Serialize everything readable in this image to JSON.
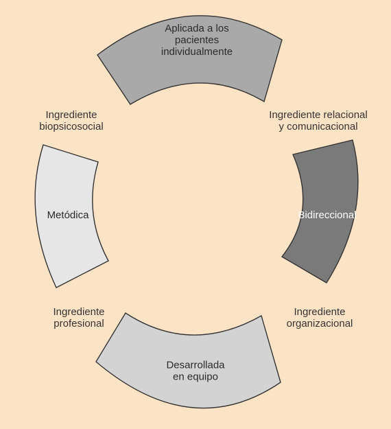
{
  "segments": {
    "top": {
      "lines": [
        "Aplicada a los",
        "pacientes",
        "individualmente"
      ],
      "fill": "#a9a9a9",
      "text_color": "#2a2a2a"
    },
    "right": {
      "lines": [
        "Bidireccional"
      ],
      "fill": "#7a7a7a",
      "text_color": "#ffffff"
    },
    "bottom": {
      "lines": [
        "Desarrollada",
        "en equipo"
      ],
      "fill": "#d3d3d3",
      "text_color": "#2a2a2a"
    },
    "left": {
      "lines": [
        "Metódica"
      ],
      "fill": "#e6e6e6",
      "text_color": "#2a2a2a"
    }
  },
  "ingredients": {
    "top_left": {
      "line1": "Ingrediente",
      "line2": "biopsicosocial"
    },
    "top_right": {
      "line1": "Ingrediente relacional",
      "line2": "y comunicacional"
    },
    "bottom_left": {
      "line1": "Ingrediente",
      "line2": "profesional"
    },
    "bottom_right": {
      "line1": "Ingrediente",
      "line2": "organizacional"
    }
  },
  "colors": {
    "background": "#fde3c6",
    "outline": "#333333"
  }
}
